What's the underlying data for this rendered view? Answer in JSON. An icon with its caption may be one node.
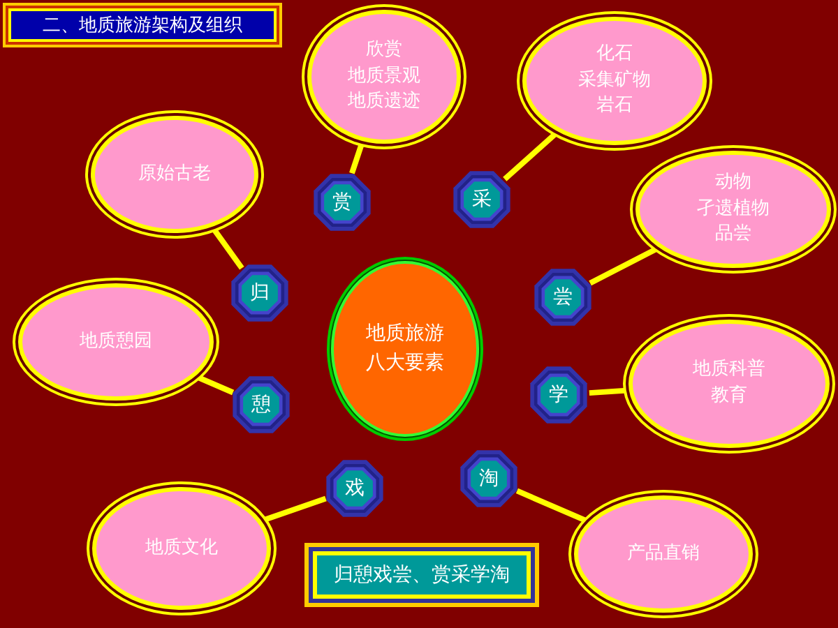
{
  "diagram": {
    "title": "二、地质旅游架构及组织",
    "nodes": [
      {
        "text": [
          "欣赏",
          "地质景观",
          "地质遗迹"
        ]
      },
      {
        "text": [
          "化石",
          "采集矿物",
          "岩石"
        ]
      },
      {
        "text": [
          "原始古老"
        ]
      },
      {
        "text": [
          "赏"
        ]
      },
      {
        "text": [
          "采"
        ]
      },
      {
        "text": [
          "动物",
          "孑遗植物",
          "品尝"
        ]
      },
      {
        "text": [
          "归"
        ]
      },
      {
        "text": [
          "地质旅游",
          "八大要素"
        ]
      },
      {
        "text": [
          "尝"
        ]
      },
      {
        "text": [
          "地质憩园"
        ]
      },
      {
        "text": [
          "憩"
        ]
      },
      {
        "text": [
          "学"
        ]
      },
      {
        "text": [
          "地质科普",
          "教育"
        ]
      },
      {
        "text": [
          "戏"
        ]
      },
      {
        "text": [
          "淘"
        ]
      },
      {
        "text": [
          "地质文化"
        ]
      },
      {
        "text": [
          "归憩戏尝、赏采学淘"
        ]
      },
      {
        "text": [
          "产品直销"
        ]
      }
    ],
    "edges": [
      {
        "from": 0,
        "to": 3,
        "arrow": "none"
      },
      {
        "from": 1,
        "to": 4,
        "arrow": "none"
      },
      {
        "from": 2,
        "to": 6,
        "arrow": "none"
      },
      {
        "from": 5,
        "to": 8,
        "arrow": "none"
      },
      {
        "from": 9,
        "to": 10,
        "arrow": "none"
      },
      {
        "from": 12,
        "to": 11,
        "arrow": "none"
      },
      {
        "from": 15,
        "to": 13,
        "arrow": "none"
      },
      {
        "from": 17,
        "to": 14,
        "arrow": "none"
      }
    ]
  }
}
